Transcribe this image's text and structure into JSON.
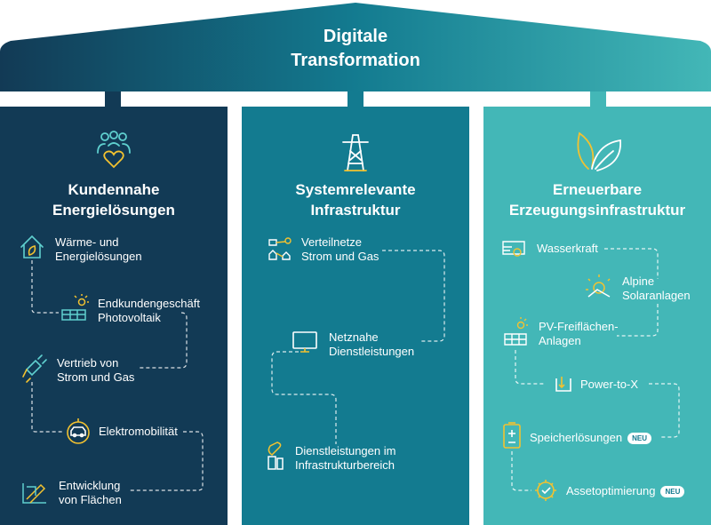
{
  "header": {
    "title_line1": "Digitale",
    "title_line2": "Transformation"
  },
  "columns": [
    {
      "title_line1": "Kundennahe",
      "title_line2": "Energielösungen",
      "items": [
        {
          "line1": "Wärme- und",
          "line2": "Energielösungen"
        },
        {
          "line1": "Endkundengeschäft",
          "line2": "Photovoltaik"
        },
        {
          "line1": "Vertrieb von",
          "line2": "Strom und Gas"
        },
        {
          "line1": "Elektromobilität"
        },
        {
          "line1": "Entwicklung",
          "line2": "von Flächen"
        }
      ]
    },
    {
      "title_line1": "Systemrelevante",
      "title_line2": "Infrastruktur",
      "items": [
        {
          "line1": "Verteilnetze",
          "line2": "Strom und Gas"
        },
        {
          "line1": "Netznahe",
          "line2": "Dienstleistungen"
        },
        {
          "line1": "Dienstleistungen im",
          "line2": "Infrastrukturbereich"
        }
      ]
    },
    {
      "title_line1": "Erneuerbare",
      "title_line2": "Erzeugungsinfrastruktur",
      "items": [
        {
          "line1": "Wasserkraft"
        },
        {
          "line1": "Alpine",
          "line2": "Solaranlagen"
        },
        {
          "line1": "PV-Freiflächen-",
          "line2": "Anlagen"
        },
        {
          "line1": "Power-to-X"
        },
        {
          "line1": "Speicherlösungen",
          "badge": "NEU"
        },
        {
          "line1": "Assetoptimierung",
          "badge": "NEU"
        }
      ]
    }
  ],
  "colors": {
    "column1": "#123a55",
    "column2": "#137b90",
    "column3": "#43b7b7",
    "accent_yellow": "#f2c230",
    "icon_teal": "#5fd0cf"
  }
}
